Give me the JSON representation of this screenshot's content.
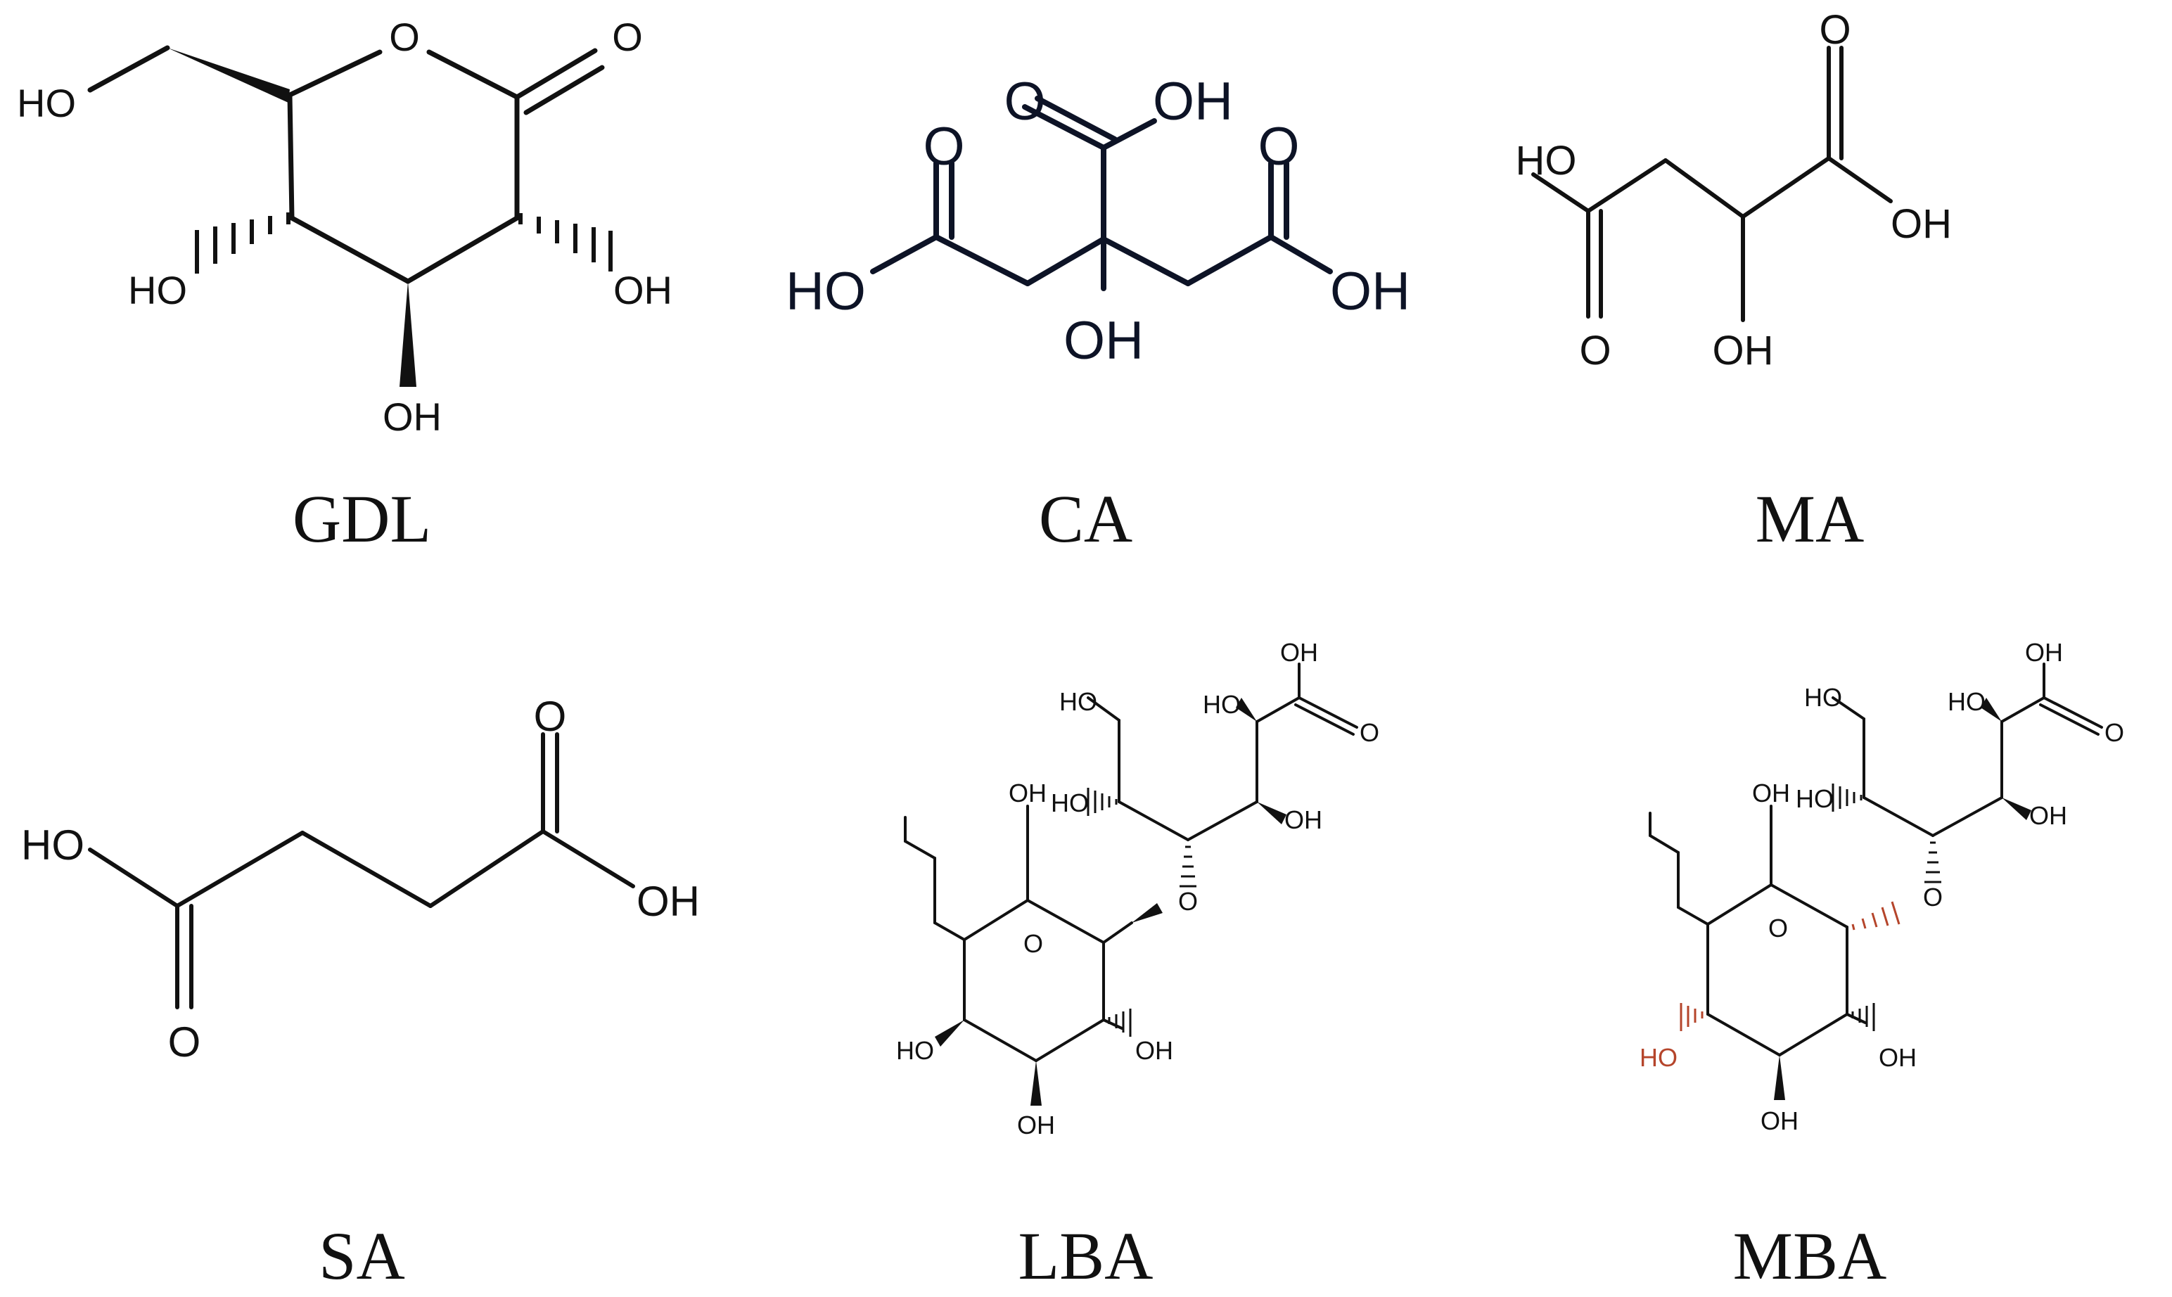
{
  "molecules": [
    {
      "name": "GDL",
      "labels": {
        "ho_ch2": "HO",
        "o_ring": "O",
        "o_carbonyl": "O",
        "ho_c4": "HO",
        "oh_c2": "OH",
        "oh_c3": "OH"
      }
    },
    {
      "name": "CA",
      "labels": {
        "o_top": "O",
        "oh_top": "OH",
        "o_left": "O",
        "ho_left": "HO",
        "o_right": "O",
        "oh_right": "OH",
        "oh_center": "OH"
      }
    },
    {
      "name": "MA",
      "labels": {
        "ho_left": "HO",
        "o_left": "O",
        "oh_alpha": "OH",
        "o_right": "O",
        "oh_right": "OH"
      }
    },
    {
      "name": "SA",
      "labels": {
        "ho_left": "HO",
        "o_left": "O",
        "o_right": "O",
        "oh_right": "OH"
      }
    },
    {
      "name": "LBA",
      "labels": {
        "acid_oh": "OH",
        "acid_o": "O",
        "c2_ho": "HO",
        "c6_ho": "HO",
        "c5_ho": "HO",
        "c3_oh": "OH",
        "link_o": "O",
        "ring_o": "O",
        "ch2_oh": "OH",
        "c4p_ho": "HO",
        "c2p_oh": "OH",
        "c3p_oh": "OH"
      }
    },
    {
      "name": "MBA",
      "labels": {
        "acid_oh": "OH",
        "acid_o": "O",
        "c2_ho": "HO",
        "c6_ho": "HO",
        "c5_ho": "HO",
        "c3_oh": "OH",
        "link_o": "O",
        "ring_o": "O",
        "ch2_oh": "OH",
        "c4p_ho": "HO",
        "c2p_oh": "OH",
        "c3p_oh": "OH"
      }
    }
  ],
  "colors": {
    "ink": "#111111",
    "ca_ink": "#0d1326",
    "highlight": "#b5452b"
  }
}
